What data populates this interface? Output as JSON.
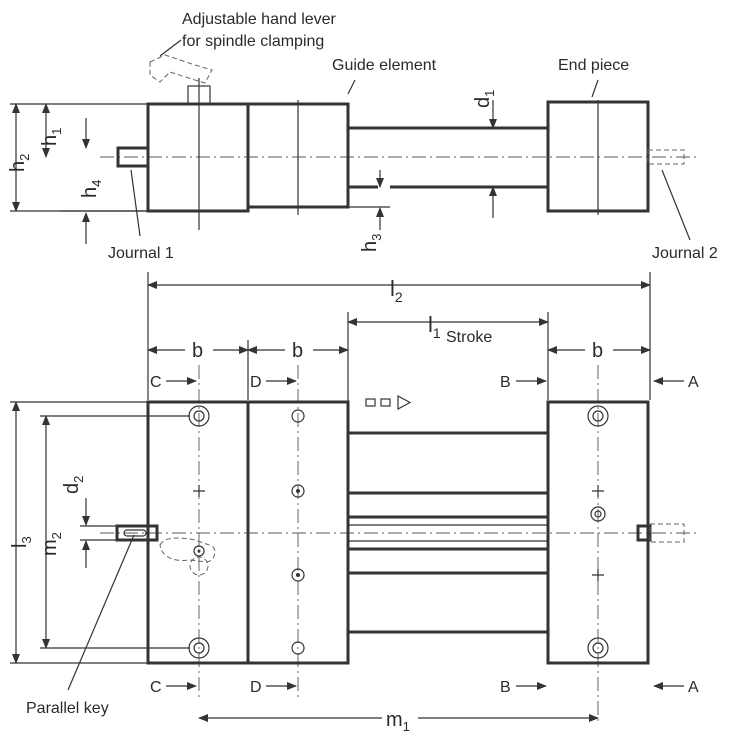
{
  "labels": {
    "lever_line1": "Adjustable hand lever",
    "lever_line2": "for spindle clamping",
    "guide_element": "Guide element",
    "end_piece": "End piece",
    "journal1": "Journal 1",
    "journal2": "Journal 2",
    "parallel_key": "Parallel key",
    "stroke": "Stroke"
  },
  "dims": {
    "h1": "h",
    "h1_sub": "1",
    "h2": "h",
    "h2_sub": "2",
    "h3": "h",
    "h3_sub": "3",
    "h4": "h",
    "h4_sub": "4",
    "d1": "d",
    "d1_sub": "1",
    "d2": "d",
    "d2_sub": "2",
    "l1": "l",
    "l1_sub": "1",
    "l2": "l",
    "l2_sub": "2",
    "l3": "l",
    "l3_sub": "3",
    "m1": "m",
    "m1_sub": "1",
    "m2": "m",
    "m2_sub": "2",
    "b": "b"
  },
  "sections": {
    "A": "A",
    "B": "B",
    "C": "C",
    "D": "D"
  }
}
